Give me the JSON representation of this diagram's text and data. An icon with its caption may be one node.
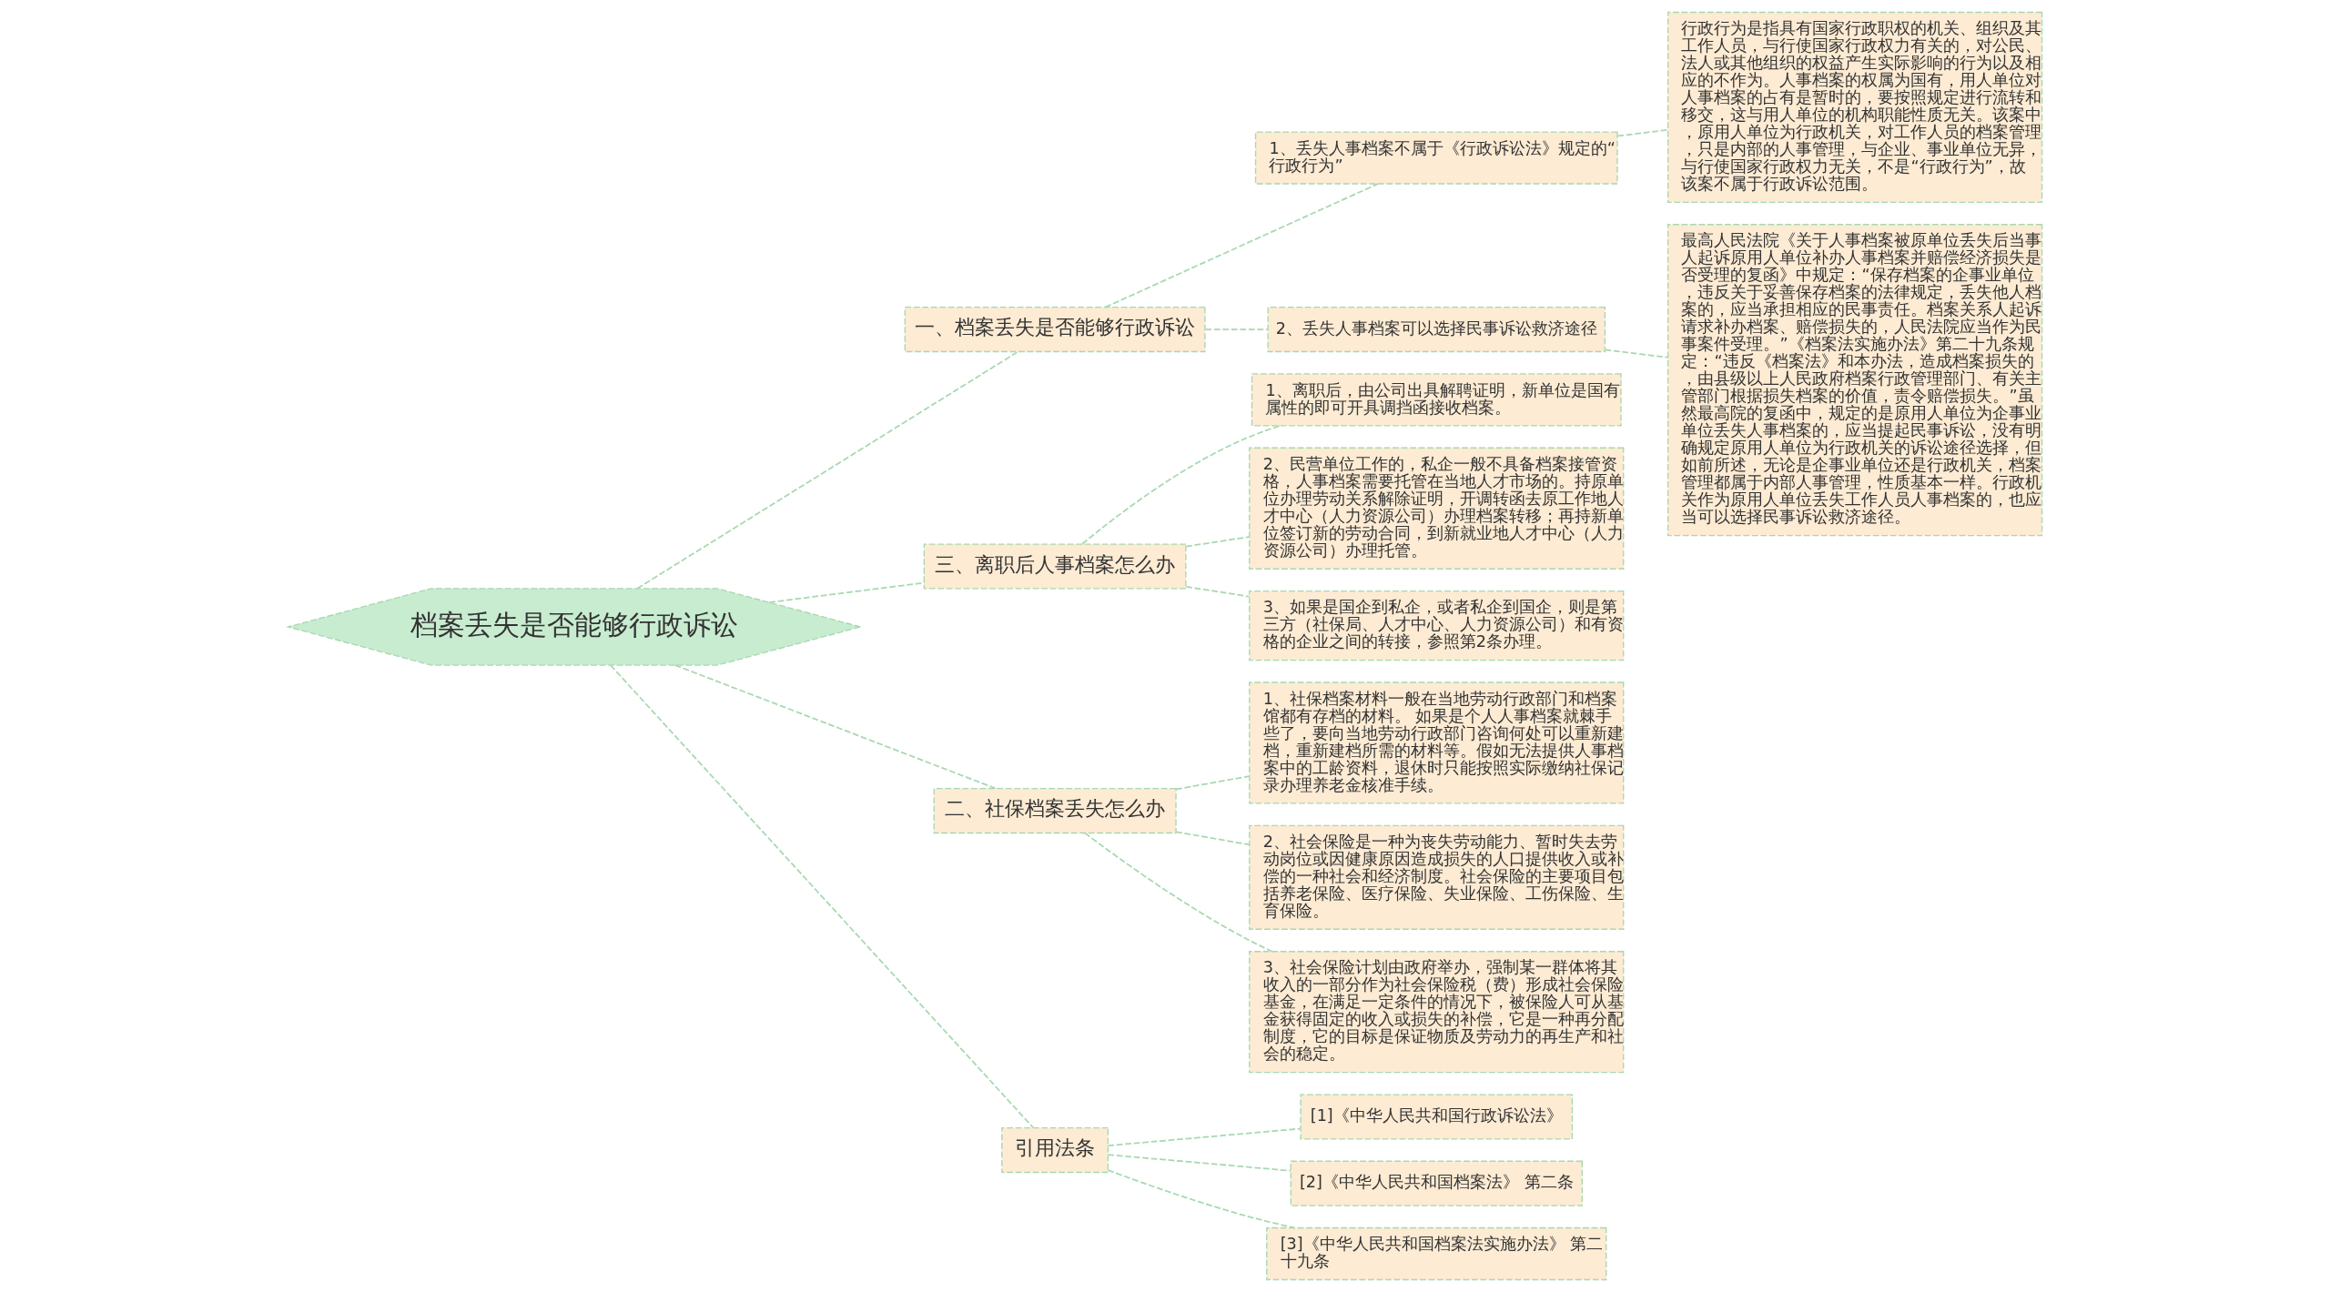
{
  "diagram": {
    "nodes": [
      {
        "text": [
          "档案丢失是否能够行政诉讼"
        ]
      },
      {
        "text": [
          "一、档案丢失是否能够行政诉讼"
        ]
      },
      {
        "text": [
          "1、丢失人事档案不属于《行政诉讼法》规定的“行政行为”"
        ]
      },
      {
        "text": [
          "行政行为是指具有国家行政职权的机关、组织及其工作人员，与行使国家行政权力有关的，对公民、法人或其他组织的权益产生实际影响的行为以及相应的不作为。人事档案的权属为国有，用人单位对人事档案的占有是暂时的，要按照规定进行流转和移交，这与用人单位的机构职能性质无关。该案中，原用人单位为行政机关，对工作人员的档案管理，只是内部的人事管理，与企业、事业单位无异，与行使国家行政权力无关，不是“行政行为”，故该案不属于行政诉讼范围。"
        ]
      },
      {
        "text": [
          "2、丢失人事档案可以选择民事诉讼救济途径"
        ]
      },
      {
        "text": [
          "最高人民法院《关于人事档案被原单位丢失后当事人起诉原用人单位补办人事档案并赔偿经济损失是否受理的复函》中规定：“保存档案的企事业单位，违反关于妥善保存档案的法律规定，丢失他人档案的，应当承担相应的民事责任。档案关系人起诉请求补办档案、赔偿损失的，人民法院应当作为民事案件受理。”《档案法实施办法》第二十九条规定：“违反《档案法》和本办法，造成档案损失的，由县级以上人民政府档案行政管理部门、有关主管部门根据损失档案的价值，责令赔偿损失。”虽然最高院的复函中，规定的是原用人单位为企事业单位丢失人事档案的，应当提起民事诉讼，没有明确规定原用人单位为行政机关的诉讼途径选择，但如前所述，无论是企事业单位还是行政机关，档案管理都属于内部人事管理，性质基本一样。行政机关作为原用人单位丢失工作人员人事档案的，也应当可以选择民事诉讼救济途径。"
        ]
      },
      {
        "text": [
          "三、离职后人事档案怎么办"
        ]
      },
      {
        "text": [
          "1、离职后，由公司出具解聘证明，新单位是国有属性的即可开具调挡函接收档案。"
        ]
      },
      {
        "text": [
          "2、民营单位工作的，私企一般不具备档案接管资格，人事档案需要托管在当地人才市场的。持原单位办理劳动关系解除证明，开调转函去原工作地人才中心（人力资源公司）办理档案转移；再持新单位签订新的劳动合同，到新就业地人才中心（人力资源公司）办理托管。"
        ]
      },
      {
        "text": [
          "3、如果是国企到私企，或者私企到国企，则是第三方（社保局、人才中心、人力资源公司）和有资格的企业之间的转接，参照第2条办理。"
        ]
      },
      {
        "text": [
          "二、社保档案丢失怎么办"
        ]
      },
      {
        "text": [
          "1、社保档案材料一般在当地劳动行政部门和档案馆都有存档的材料。 如果是个人人事档案就棘手些了，要向当地劳动行政部门咨询何处可以重新建档，重新建档所需的材料等。假如无法提供人事档案中的工龄资料，退休时只能按照实际缴纳社保记录办理养老金核准手续。"
        ]
      },
      {
        "text": [
          "2、社会保险是一种为丧失劳动能力、暂时失去劳动岗位或因健康原因造成损失的人口提供收入或补偿的一种社会和经济制度。社会保险的主要项目包括养老保险、医疗保险、失业保险、工伤保险、生育保险。"
        ]
      },
      {
        "text": [
          "3、社会保险计划由政府举办，强制某一群体将其收入的一部分作为社会保险税（费）形成社会保险基金，在满足一定条件的情况下，被保险人可从基金获得固定的收入或损失的补偿，它是一种再分配制度，它的目标是保证物质及劳动力的再生产和社会的稳定。"
        ]
      },
      {
        "text": [
          "引用法条"
        ]
      },
      {
        "text": [
          "[1]《中华人民共和国行政诉讼法》"
        ]
      },
      {
        "text": [
          "[2]《中华人民共和国档案法》 第二条"
        ]
      },
      {
        "text": [
          "[3]《中华人民共和国档案法实施办法》 第二十九条"
        ]
      }
    ],
    "edges": [
      {
        "from": 0,
        "to": 1,
        "arrow": "none"
      },
      {
        "from": 1,
        "to": 2,
        "arrow": "none"
      },
      {
        "from": 2,
        "to": 3,
        "arrow": "none"
      },
      {
        "from": 1,
        "to": 4,
        "arrow": "none"
      },
      {
        "from": 4,
        "to": 5,
        "arrow": "none"
      },
      {
        "from": 0,
        "to": 6,
        "arrow": "none"
      },
      {
        "from": 6,
        "to": 7,
        "arrow": "none"
      },
      {
        "from": 6,
        "to": 8,
        "arrow": "none"
      },
      {
        "from": 6,
        "to": 9,
        "arrow": "none"
      },
      {
        "from": 0,
        "to": 10,
        "arrow": "none"
      },
      {
        "from": 10,
        "to": 11,
        "arrow": "none"
      },
      {
        "from": 10,
        "to": 12,
        "arrow": "none"
      },
      {
        "from": 10,
        "to": 13,
        "arrow": "none"
      },
      {
        "from": 0,
        "to": 14,
        "arrow": "none"
      },
      {
        "from": 14,
        "to": 15,
        "arrow": "none"
      },
      {
        "from": 14,
        "to": 16,
        "arrow": "none"
      },
      {
        "from": 14,
        "to": 17,
        "arrow": "none"
      }
    ]
  }
}
